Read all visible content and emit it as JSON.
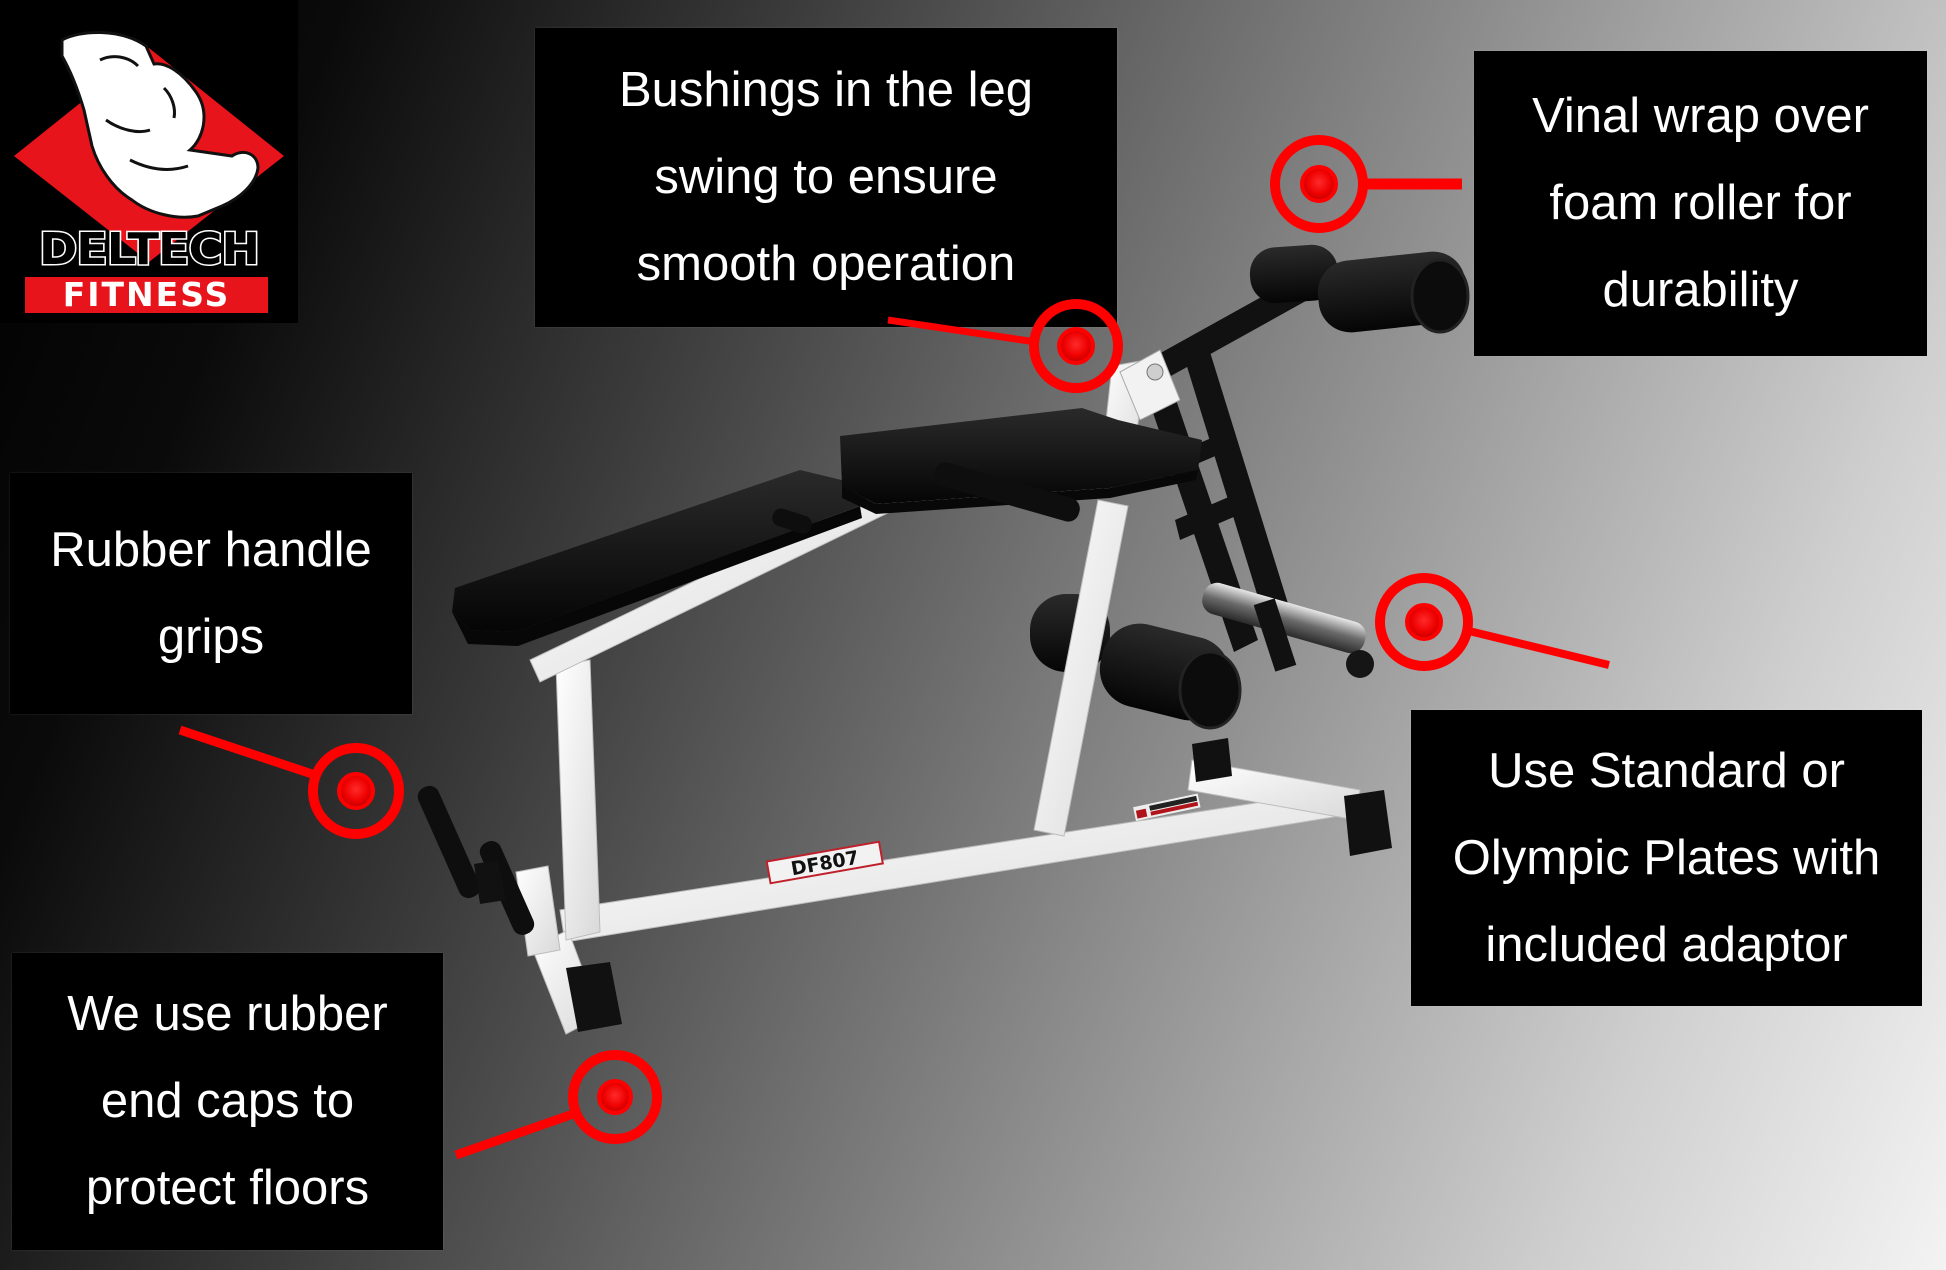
{
  "brand": {
    "name_top": "DELTECH",
    "name_bottom": "FITNESS",
    "colors": {
      "red": "#e8141b",
      "black": "#000000",
      "white": "#ffffff"
    }
  },
  "product": {
    "model_label": "DF807"
  },
  "callouts": [
    {
      "id": "bushings",
      "lines": [
        "Bushings in the leg",
        "swing to ensure",
        "smooth operation"
      ]
    },
    {
      "id": "roller",
      "lines": [
        "Vinal wrap over",
        "foam roller for",
        "durability"
      ]
    },
    {
      "id": "grips",
      "lines": [
        "Rubber handle",
        "grips"
      ]
    },
    {
      "id": "plates",
      "lines": [
        "Use Standard or",
        "Olympic Plates with",
        "included adaptor"
      ]
    },
    {
      "id": "endcaps",
      "lines": [
        "We use rubber",
        "end caps to",
        "protect floors"
      ]
    }
  ],
  "theme": {
    "marker_color": "#ff0000",
    "box_color": "#000000",
    "text_color": "#ffffff"
  }
}
